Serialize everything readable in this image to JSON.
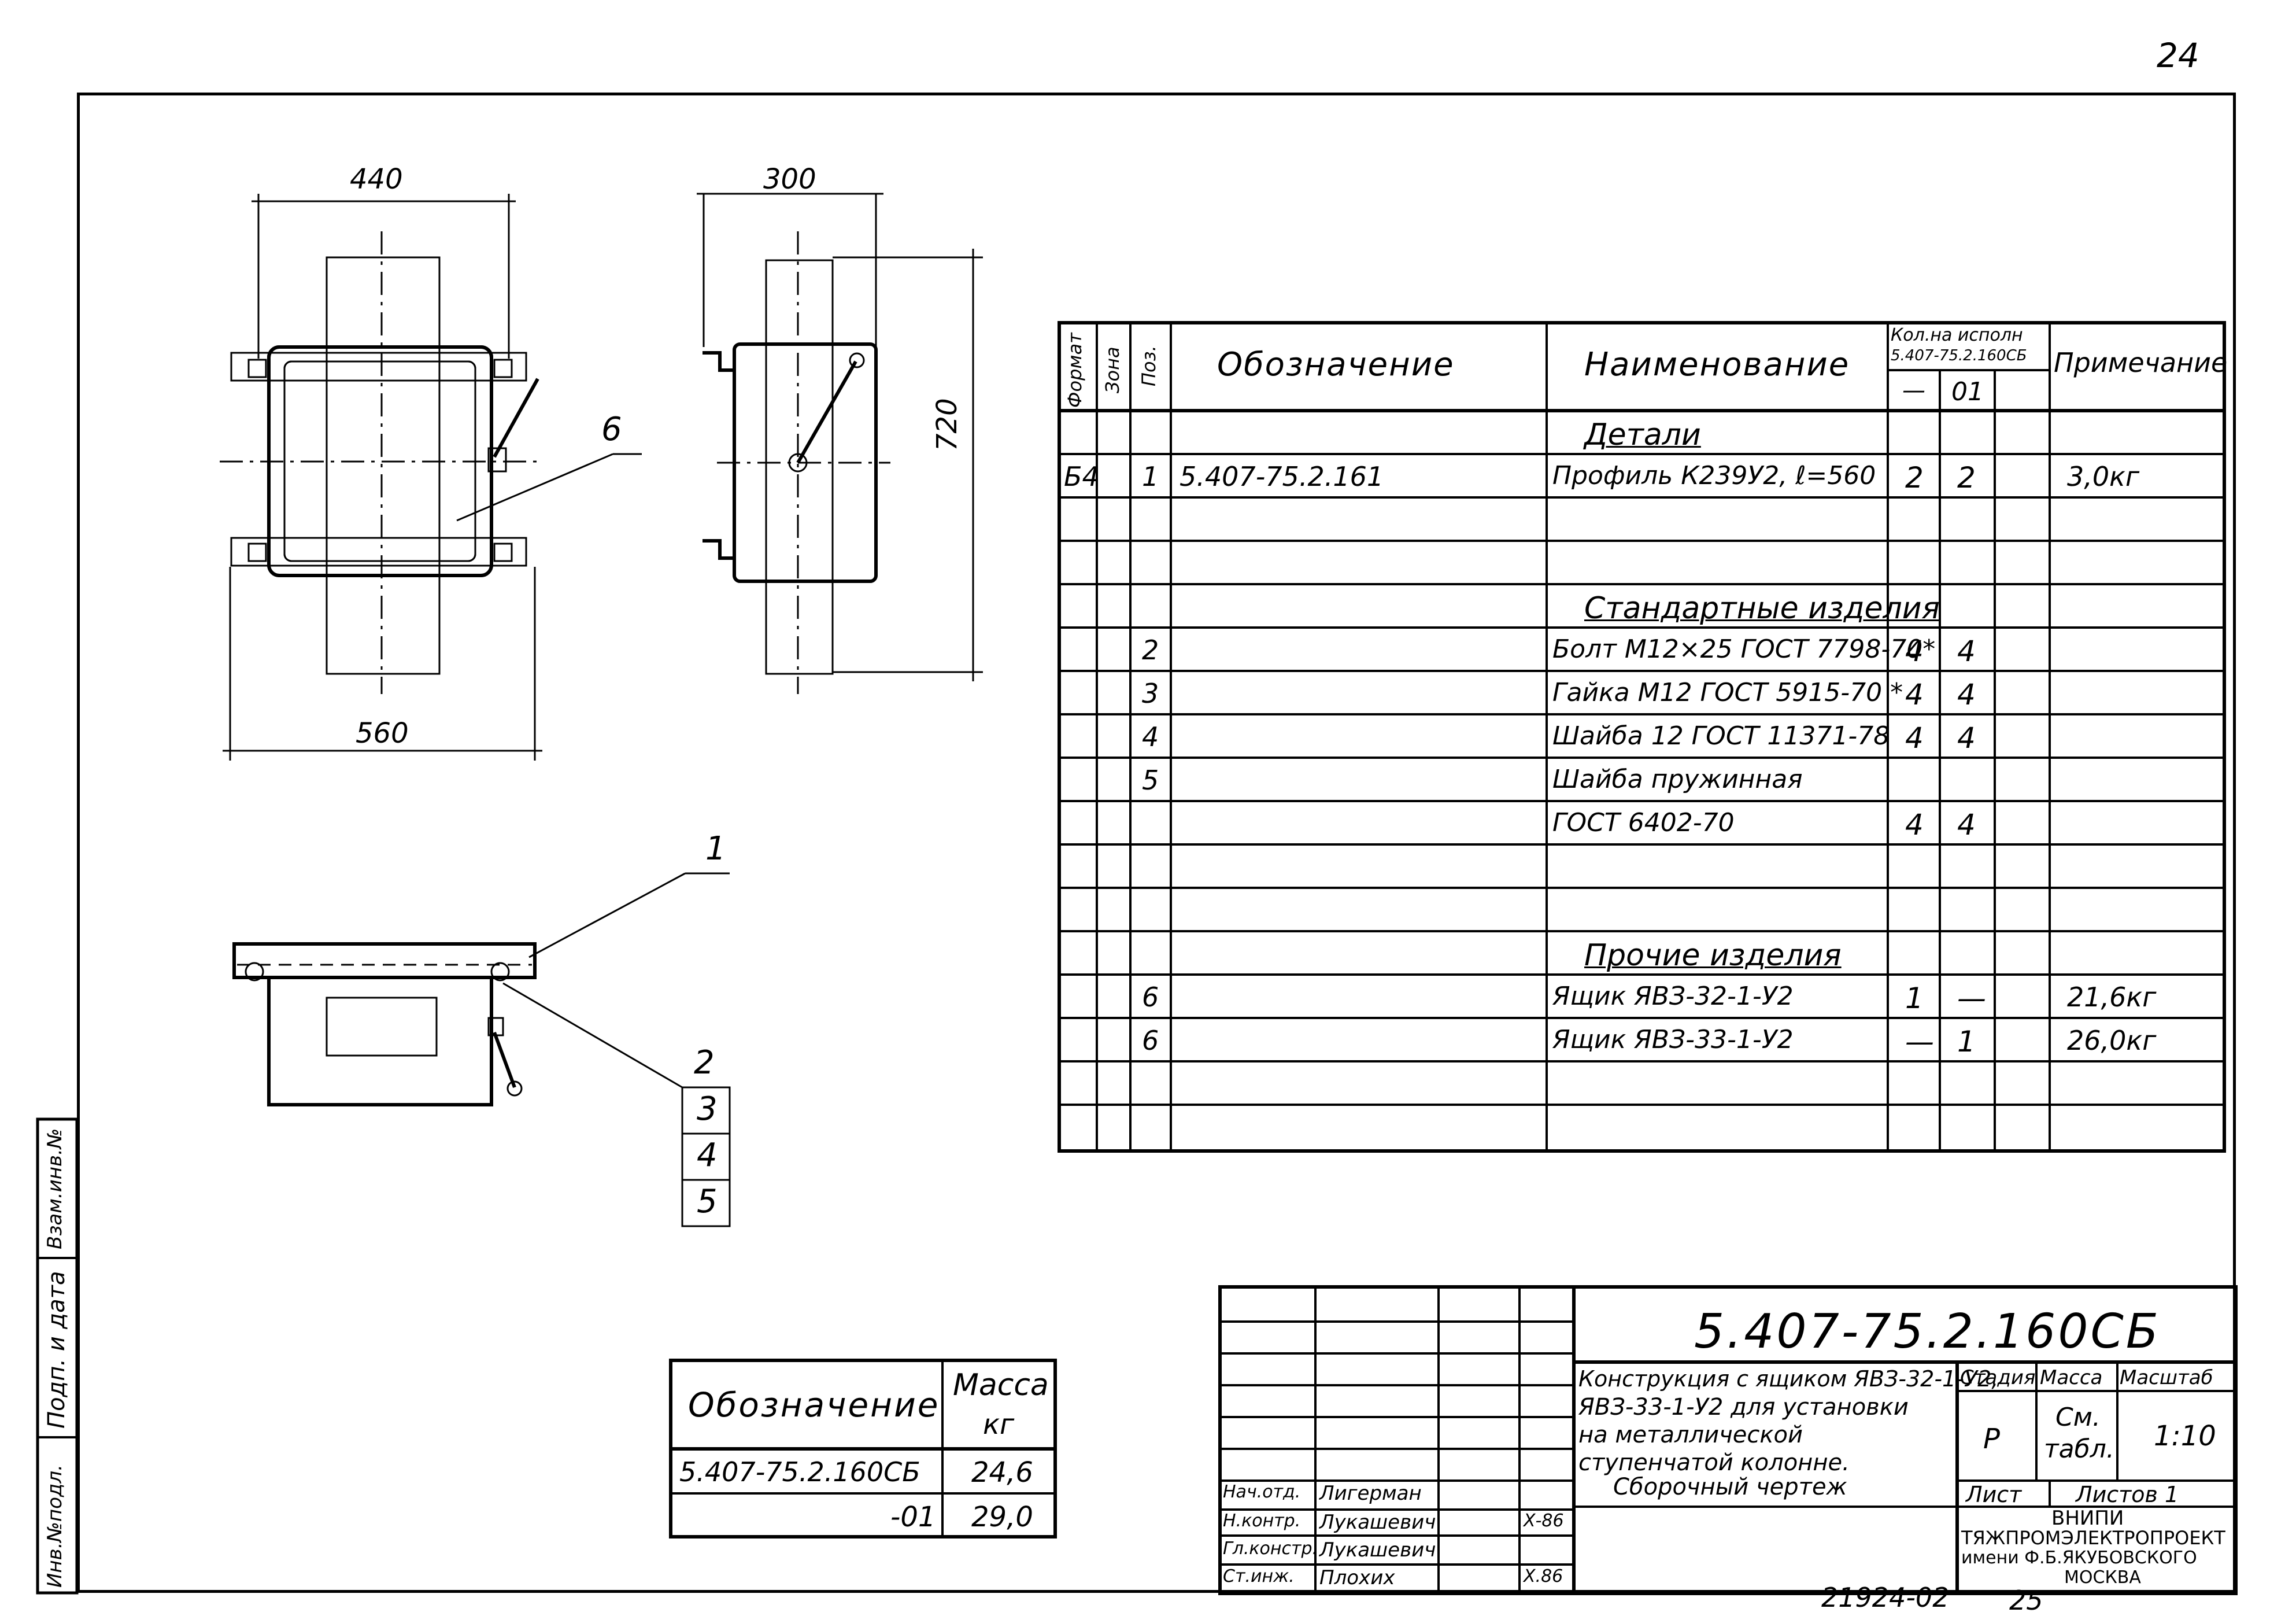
{
  "sheet_number": "24",
  "bottom_number": "25",
  "archive_code": "21924-02",
  "dimensions": {
    "width_440": "440",
    "width_300": "300",
    "height_720": "720",
    "width_560": "560",
    "leader_6": "6",
    "leader_1": "1",
    "leader_2": "2",
    "leader_3": "3",
    "leader_4": "4",
    "leader_5": "5"
  },
  "left_margin": {
    "inv_podl": "Инв.№подл.",
    "podp_data": "Подп. и дата",
    "vzam_inv": "Взам.инв.№"
  },
  "spec": {
    "headers": {
      "format": "Формат",
      "zona": "Зона",
      "poz": "Поз.",
      "oboznachenie": "Обозначение",
      "naimenovanie": "Наименование",
      "kol_title": "Кол.на исполн",
      "kol_doc": "5.407-75.2.160СБ",
      "kol_base": "—",
      "kol_01": "01",
      "primechanie": "Примечание"
    },
    "rows": [
      {
        "format": "",
        "poz": "",
        "obozn": "",
        "name": "Детали",
        "k0": "",
        "k1": "",
        "note": "",
        "section": true
      },
      {
        "format": "Б4",
        "poz": "1",
        "obozn": "5.407-75.2.161",
        "name": "Профиль К239У2, ℓ=560",
        "k0": "2",
        "k1": "2",
        "note": "3,0кг"
      },
      {
        "format": "",
        "poz": "",
        "obozn": "",
        "name": "",
        "k0": "",
        "k1": "",
        "note": ""
      },
      {
        "format": "",
        "poz": "",
        "obozn": "",
        "name": "",
        "k0": "",
        "k1": "",
        "note": ""
      },
      {
        "format": "",
        "poz": "",
        "obozn": "",
        "name": "Стандартные изделия",
        "k0": "",
        "k1": "",
        "note": "",
        "section": true
      },
      {
        "format": "",
        "poz": "2",
        "obozn": "",
        "name": "Болт М12×25 ГОСТ 7798-70*",
        "k0": "4",
        "k1": "4",
        "note": ""
      },
      {
        "format": "",
        "poz": "3",
        "obozn": "",
        "name": "Гайка М12 ГОСТ 5915-70 *",
        "k0": "4",
        "k1": "4",
        "note": ""
      },
      {
        "format": "",
        "poz": "4",
        "obozn": "",
        "name": "Шайба 12 ГОСТ 11371-78",
        "k0": "4",
        "k1": "4",
        "note": ""
      },
      {
        "format": "",
        "poz": "5",
        "obozn": "",
        "name": "Шайба пружинная",
        "k0": "",
        "k1": "",
        "note": ""
      },
      {
        "format": "",
        "poz": "",
        "obozn": "",
        "name": "ГОСТ 6402-70",
        "k0": "4",
        "k1": "4",
        "note": ""
      },
      {
        "format": "",
        "poz": "",
        "obozn": "",
        "name": "",
        "k0": "",
        "k1": "",
        "note": ""
      },
      {
        "format": "",
        "poz": "",
        "obozn": "",
        "name": "",
        "k0": "",
        "k1": "",
        "note": ""
      },
      {
        "format": "",
        "poz": "",
        "obozn": "",
        "name": "Прочие изделия",
        "k0": "",
        "k1": "",
        "note": "",
        "section": true
      },
      {
        "format": "",
        "poz": "6",
        "obozn": "",
        "name": "Ящик ЯВЗ-32-1-У2",
        "k0": "1",
        "k1": "—",
        "note": "21,6кг"
      },
      {
        "format": "",
        "poz": "6",
        "obozn": "",
        "name": "Ящик ЯВЗ-33-1-У2",
        "k0": "—",
        "k1": "1",
        "note": "26,0кг"
      },
      {
        "format": "",
        "poz": "",
        "obozn": "",
        "name": "",
        "k0": "",
        "k1": "",
        "note": ""
      },
      {
        "format": "",
        "poz": "",
        "obozn": "",
        "name": "",
        "k0": "",
        "k1": "",
        "note": ""
      }
    ]
  },
  "mass_table": {
    "h_obozn": "Обозначение",
    "h_massa": "Масса",
    "h_unit": "кг",
    "r1_obozn": "5.407-75.2.160СБ",
    "r1_massa": "24,6",
    "r2_obozn": "-01",
    "r2_massa": "29,0"
  },
  "title_block": {
    "doc_number": "5.407-75.2.160СБ",
    "title_lines": [
      "Конструкция с ящиком ЯВЗ-32-1-У2,",
      "ЯВЗ-33-1-У2 для установки",
      "на металлической",
      "ступенчатой колонне."
    ],
    "subtitle": "Сборочный чертеж",
    "stadiya_label": "Стадия",
    "massa_label": "Масса",
    "masshtab_label": "Масштаб",
    "stadiya_value": "Р",
    "massa_value_1": "См.",
    "massa_value_2": "табл.",
    "masshtab_value": "1:10",
    "list_label": "Лист",
    "listov_label": "Листов 1",
    "org_1": "ВНИПИ",
    "org_2": "ТЯЖПРОМЭЛЕКТРОПРОЕКТ",
    "org_3": "имени Ф.Б.ЯКУБОВСКОГО",
    "org_4": "МОСКВА",
    "signatures": [
      {
        "role": "Нач.отд.",
        "name": "Лигерман",
        "date": ""
      },
      {
        "role": "Н.контр.",
        "name": "Лукашевич",
        "date": "Х-86"
      },
      {
        "role": "Гл.констр.",
        "name": "Лукашевич",
        "date": ""
      },
      {
        "role": "Ст.инж.",
        "name": "Плохих",
        "date": "Х.86"
      }
    ]
  }
}
